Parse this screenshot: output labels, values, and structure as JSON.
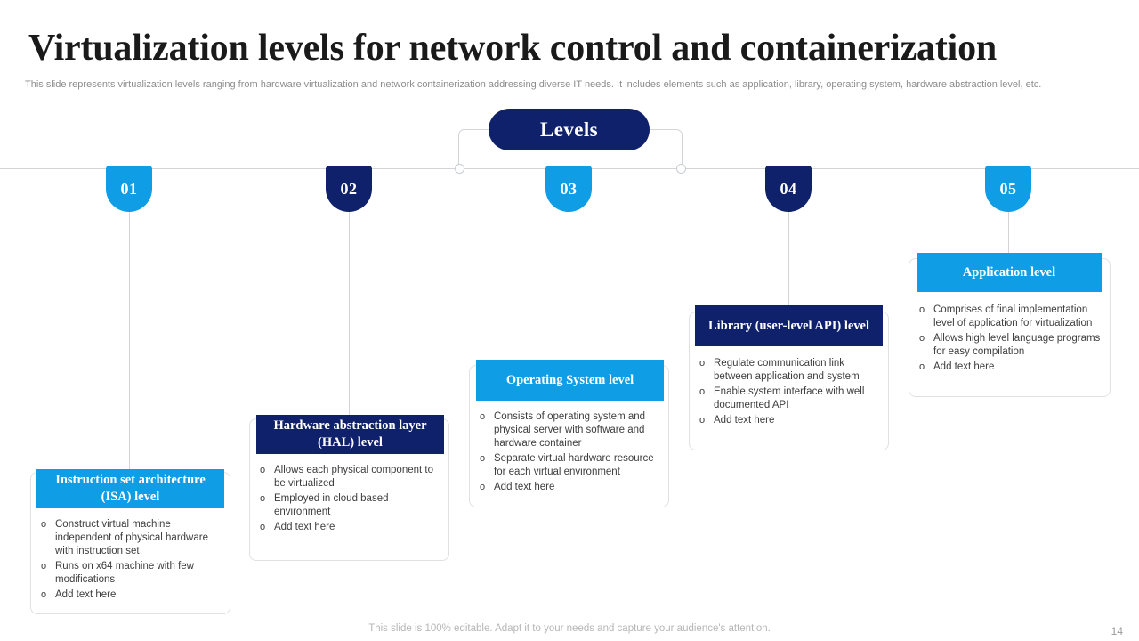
{
  "slide": {
    "title": "Virtualization levels for network control and containerization",
    "subtitle": "This slide represents virtualization levels ranging from hardware virtualization and network containerization addressing diverse IT needs. It includes elements such as application,  library, operating system, hardware abstraction level, etc.",
    "center_label": "Levels",
    "footer_note": "This slide is 100% editable. Adapt it to your needs and capture your audience's attention.",
    "page_number": "14"
  },
  "colors": {
    "accent_blue": "#0f9de6",
    "accent_navy": "#10216b",
    "line_gray": "#d2d4d8",
    "border_gray": "#dfe1e5",
    "body_text": "#3d3d3d",
    "muted_text": "#8c8c8c"
  },
  "levels": [
    {
      "number": "01",
      "color": "accent_blue",
      "heading": "Instruction set architecture (ISA) level",
      "bullets": [
        "Construct virtual machine independent of physical hardware with instruction set",
        "Runs on x64 machine with few modifications",
        "Add text here"
      ]
    },
    {
      "number": "02",
      "color": "accent_navy",
      "heading": "Hardware abstraction layer (HAL) level",
      "bullets": [
        "Allows each physical component to be virtualized",
        "Employed in cloud based environment",
        "Add text here"
      ]
    },
    {
      "number": "03",
      "color": "accent_blue",
      "heading": "Operating System level",
      "bullets": [
        "Consists of operating system and physical server with software and hardware container",
        "Separate virtual hardware resource for each virtual environment",
        "Add text here"
      ]
    },
    {
      "number": "04",
      "color": "accent_navy",
      "heading": "Library (user-level API) level",
      "bullets": [
        "Regulate communication link between application and system",
        "Enable system interface with well documented API",
        "Add text here"
      ]
    },
    {
      "number": "05",
      "color": "accent_blue",
      "heading": "Application level",
      "bullets": [
        "Comprises of final implementation level of application for virtualization",
        "Allows high level language programs for easy compilation",
        "Add text here"
      ]
    }
  ],
  "bullet_glyph": "o"
}
